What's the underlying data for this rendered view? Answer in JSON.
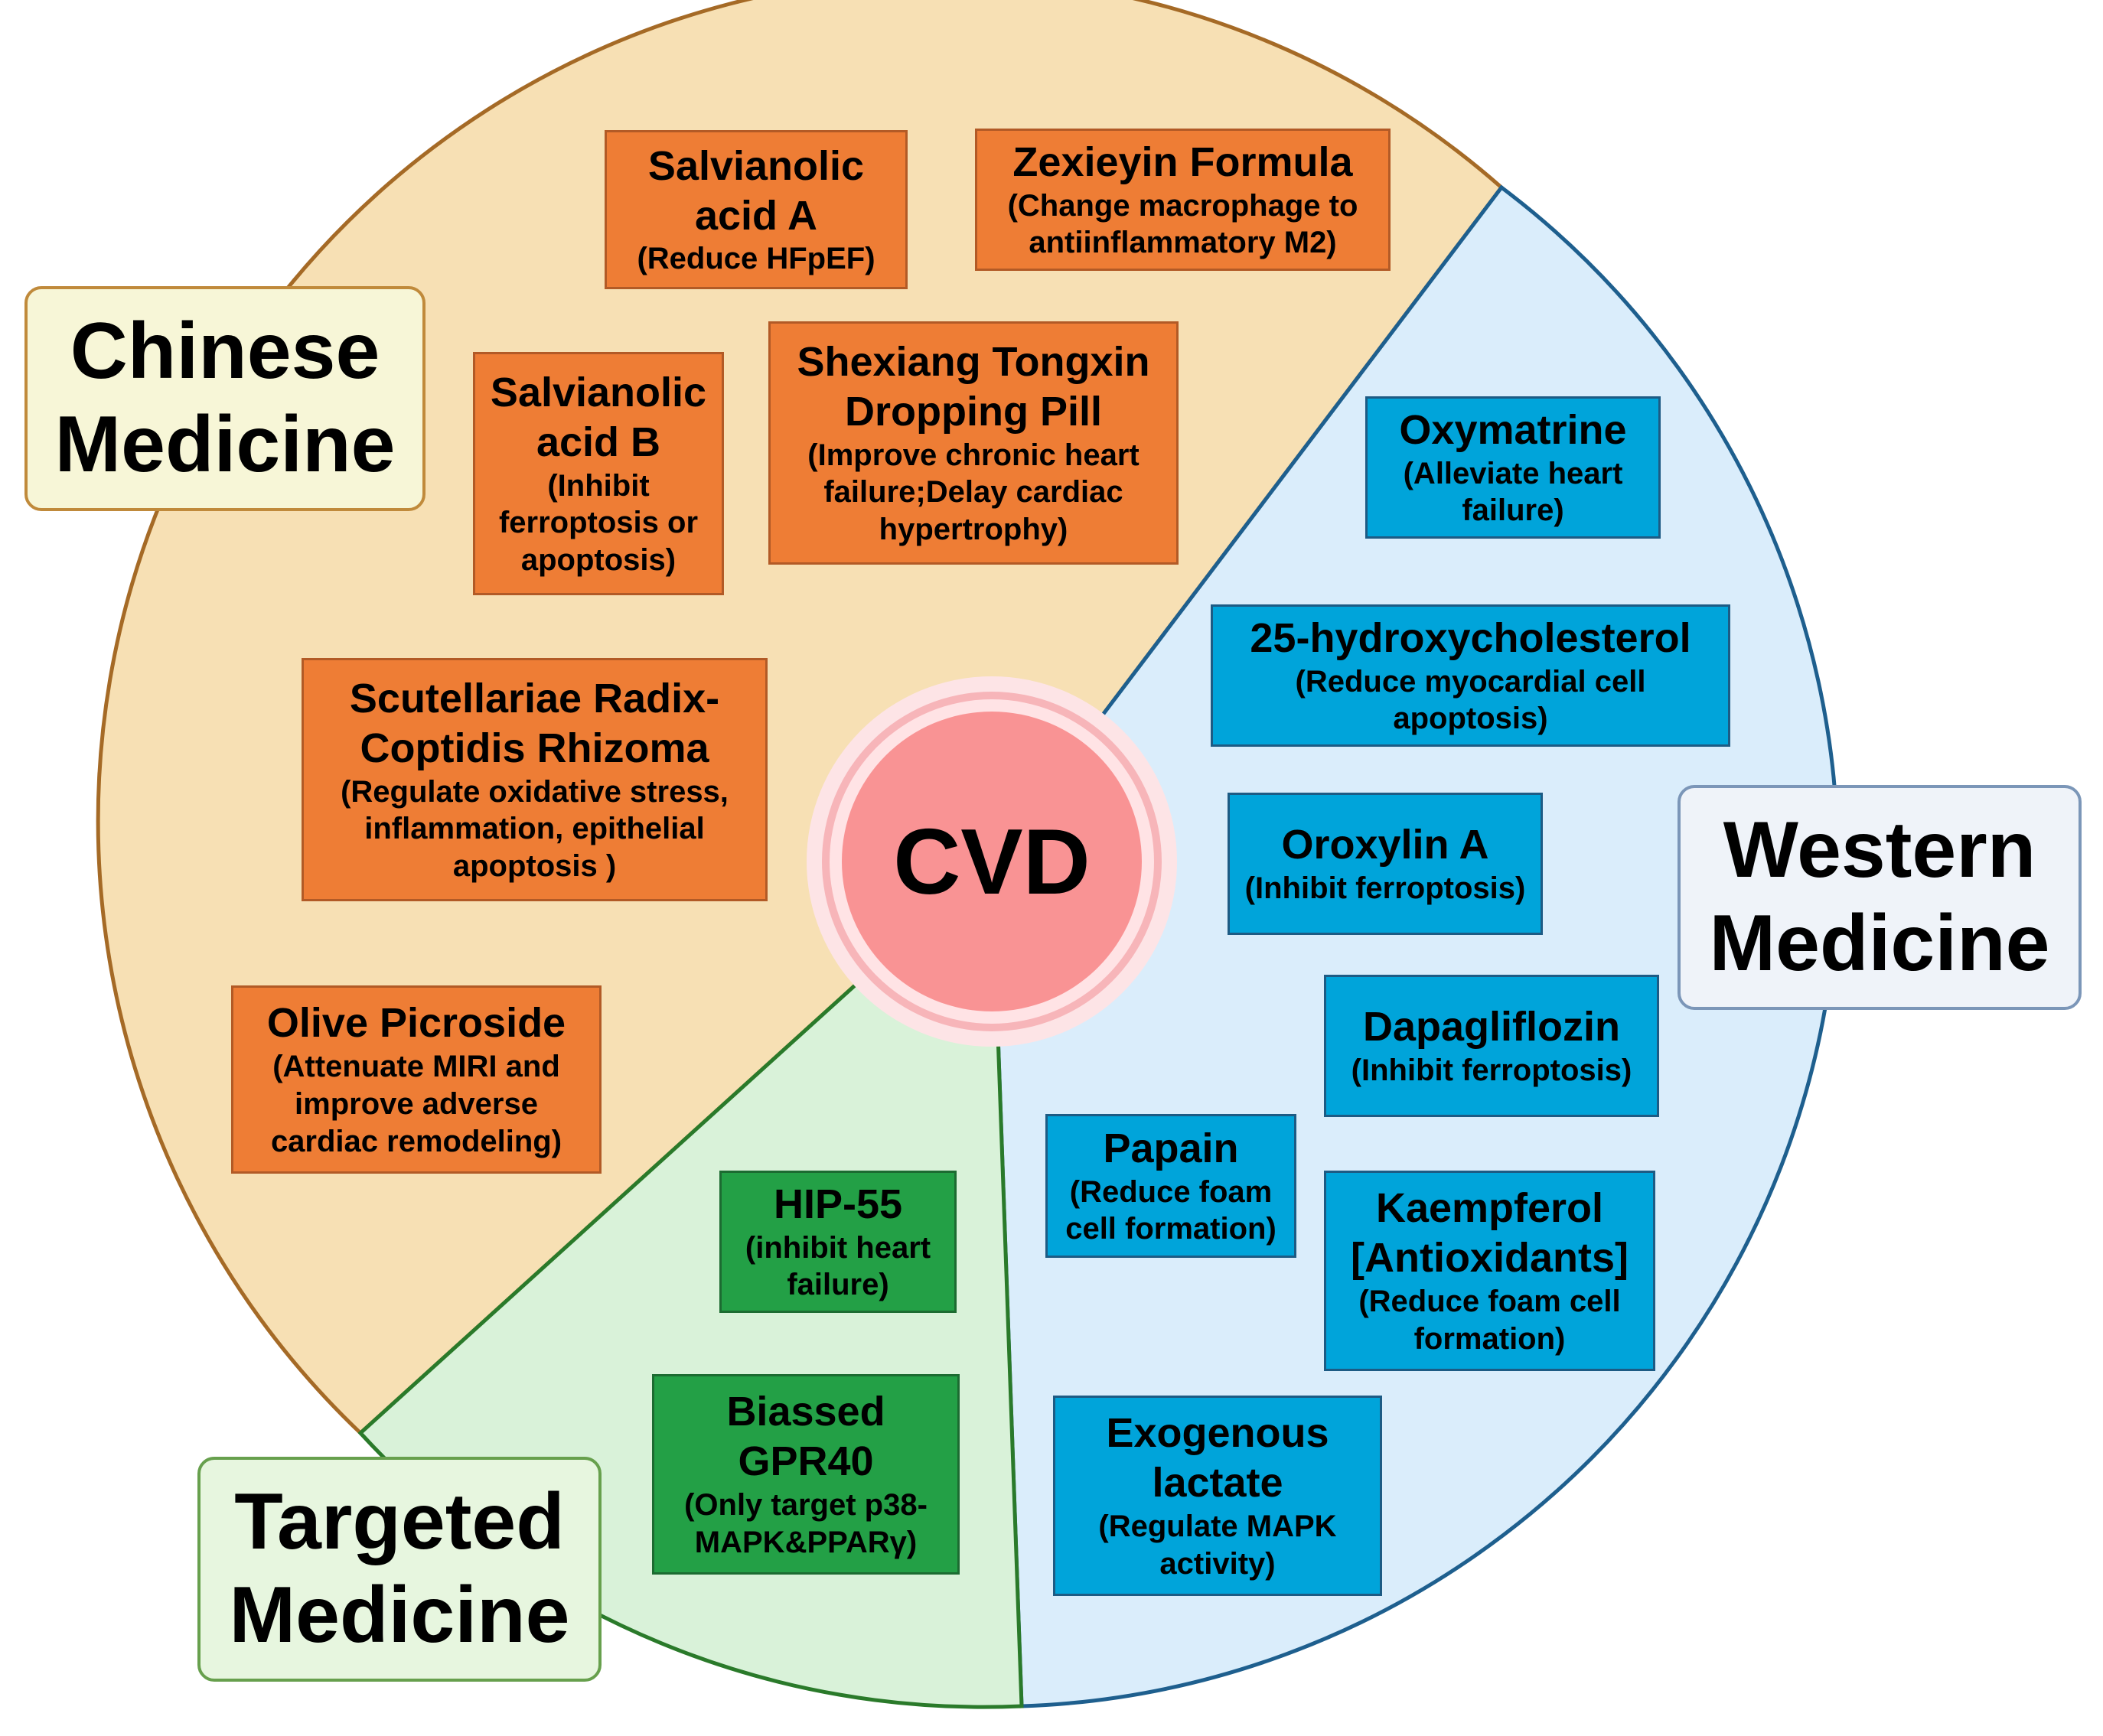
{
  "center": {
    "label": "CVD"
  },
  "sections": {
    "chinese": {
      "label_line1": "Chinese",
      "label_line2": "Medicine",
      "fill": "#f7e0b4",
      "stroke": "#a56a26"
    },
    "western": {
      "label_line1": "Western",
      "label_line2": "Medicine",
      "fill": "#daedfb",
      "stroke": "#1e5f8e"
    },
    "targeted": {
      "label_line1": "Targeted",
      "label_line2": "Medicine",
      "fill": "#d9f2d9",
      "stroke": "#2a7a2a"
    }
  },
  "chinese_items": [
    {
      "title": "Salvianolic acid A",
      "desc": "(Reduce HFpEF)"
    },
    {
      "title": "Zexieyin Formula",
      "desc": "(Change macrophage to antiinflammatory M2)"
    },
    {
      "title": "Salvianolic acid B",
      "desc": "(Inhibit ferroptosis or apoptosis)"
    },
    {
      "title": "Shexiang Tongxin Dropping Pill",
      "desc": "(Improve chronic heart failure;Delay cardiac hypertrophy)"
    },
    {
      "title": "Scutellariae Radix-Coptidis Rhizoma",
      "desc": "(Regulate oxidative stress, inflammation, epithelial apoptosis )"
    },
    {
      "title": "Olive Picroside",
      "desc": "(Attenuate MIRI and improve adverse cardiac remodeling)"
    }
  ],
  "western_items": [
    {
      "title": "Oxymatrine",
      "desc": "(Alleviate heart failure)"
    },
    {
      "title": "25-hydroxycholesterol",
      "desc": "(Reduce myocardial cell apoptosis)"
    },
    {
      "title": "Oroxylin A",
      "desc": "(Inhibit ferroptosis)"
    },
    {
      "title": "Dapagliflozin",
      "desc": "(Inhibit ferroptosis)"
    },
    {
      "title": "Papain",
      "desc": "(Reduce foam cell formation)"
    },
    {
      "title": "Kaempferol [Antioxidants]",
      "desc": "(Reduce foam cell formation)"
    },
    {
      "title": "Exogenous lactate",
      "desc": "(Regulate MAPK activity)"
    }
  ],
  "targeted_items": [
    {
      "title": "HIP-55",
      "desc": "(inhibit heart failure)"
    },
    {
      "title": "Biassed GPR40",
      "desc": "(Only target p38-MAPK&PPARγ)"
    }
  ]
}
